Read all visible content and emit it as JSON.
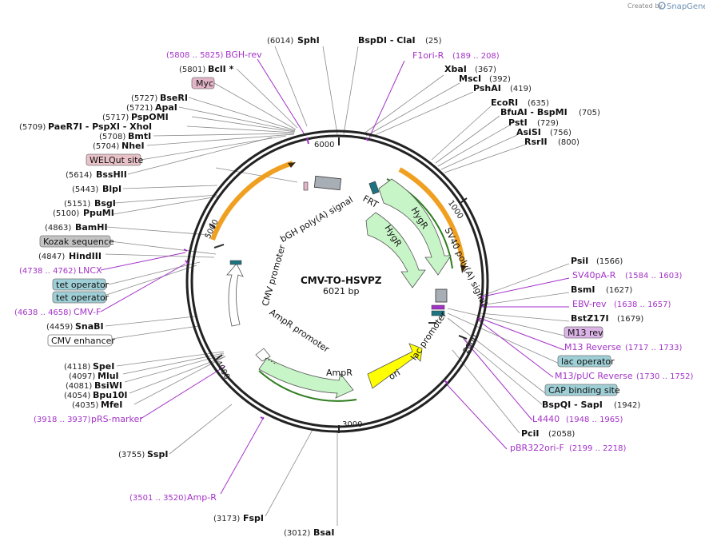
{
  "brand": {
    "created_by": "Created by",
    "app": "SnapGene"
  },
  "plasmid": {
    "name": "CMV-TO-HSVPZ",
    "size_label": "6021 bp"
  },
  "ruler": [
    "1000",
    "2000",
    "3000",
    "4000",
    "5000",
    "6000"
  ],
  "enzymes": [
    {
      "pos": "(6014)",
      "name": "SphI"
    },
    {
      "pos": "(25)",
      "name": "BspDI - ClaI"
    },
    {
      "pos": "(367)",
      "name": "XbaI"
    },
    {
      "pos": "(392)",
      "name": "MscI"
    },
    {
      "pos": "(419)",
      "name": "PshAI"
    },
    {
      "pos": "(635)",
      "name": "EcoRI"
    },
    {
      "pos": "(705)",
      "name": "BfuAI - BspMI"
    },
    {
      "pos": "(729)",
      "name": "PstI"
    },
    {
      "pos": "(756)",
      "name": "AsiSI"
    },
    {
      "pos": "(800)",
      "name": "RsrII"
    },
    {
      "pos": "(1566)",
      "name": "PsiI"
    },
    {
      "pos": "(1627)",
      "name": "BsmI"
    },
    {
      "pos": "(1679)",
      "name": "BstZ17I"
    },
    {
      "pos": "(1942)",
      "name": "BspQI - SapI"
    },
    {
      "pos": "(2058)",
      "name": "PciI"
    },
    {
      "pos": "(3012)",
      "name": "BsaI"
    },
    {
      "pos": "(3173)",
      "name": "FspI"
    },
    {
      "pos": "(3755)",
      "name": "SspI"
    },
    {
      "pos": "(4035)",
      "name": "MfeI"
    },
    {
      "pos": "(4054)",
      "name": "Bpu10I"
    },
    {
      "pos": "(4081)",
      "name": "BsiWI"
    },
    {
      "pos": "(4097)",
      "name": "MluI"
    },
    {
      "pos": "(4118)",
      "name": "SpeI"
    },
    {
      "pos": "(4459)",
      "name": "SnaBI"
    },
    {
      "pos": "(4847)",
      "name": "HindIII"
    },
    {
      "pos": "(4863)",
      "name": "BamHI"
    },
    {
      "pos": "(5100)",
      "name": "PpuMI"
    },
    {
      "pos": "(5151)",
      "name": "BsgI"
    },
    {
      "pos": "(5443)",
      "name": "BlpI"
    },
    {
      "pos": "(5614)",
      "name": "BssHII"
    },
    {
      "pos": "(5704)",
      "name": "NheI"
    },
    {
      "pos": "(5708)",
      "name": "BmtI"
    },
    {
      "pos": "(5709)",
      "name": "PaeR7I - PspXI - XhoI"
    },
    {
      "pos": "(5717)",
      "name": "PspOMI"
    },
    {
      "pos": "(5721)",
      "name": "ApaI"
    },
    {
      "pos": "(5727)",
      "name": "BseRI"
    },
    {
      "pos": "(5801)",
      "name": "BclI *"
    }
  ],
  "primers": [
    {
      "name": "F1ori-R",
      "range": "(189 .. 208)"
    },
    {
      "name": "SV40pA-R",
      "range": "(1584 .. 1603)"
    },
    {
      "name": "EBV-rev",
      "range": "(1638 .. 1657)"
    },
    {
      "name": "M13 Reverse",
      "range": "(1717 .. 1733)"
    },
    {
      "name": "M13/pUC Reverse",
      "range": "(1730 .. 1752)"
    },
    {
      "name": "L4440",
      "range": "(1948 .. 1965)"
    },
    {
      "name": "pBR322ori-F",
      "range": "(2199 .. 2218)"
    },
    {
      "name": "Amp-R",
      "range": "(3501 .. 3520)"
    },
    {
      "name": "pRS-marker",
      "range": "(3918 .. 3937)"
    },
    {
      "name": "CMV-F",
      "range": "(4638 .. 4658)"
    },
    {
      "name": "LNCX",
      "range": "(4738 .. 4762)"
    },
    {
      "name": "BGH-rev",
      "range": "(5808 .. 5825)"
    }
  ],
  "boxed_features": [
    "Myc",
    "WELQut site",
    "Kozak sequence",
    "tet operator",
    "tet operator",
    "CMV enhancer",
    "M13 rev",
    "lac operator",
    "CAP binding site"
  ],
  "inner_features": [
    "bGH poly(A) signal",
    "FRT",
    "HygR",
    "HygR",
    "SV40 poly(A) signal",
    "lac promoter",
    "ori",
    "AmpR",
    "AmpR promoter",
    "CMV promoter"
  ],
  "colors": {
    "primer": "#a332c8",
    "hygr_fill": "#c8f5c8",
    "ori_fill": "#ffff00",
    "orange_arc": "#f0a020",
    "green_arc": "#2e7d1e",
    "myc_box": "#e2b4c6",
    "welqut_box": "#e9c2c8",
    "kozak_box": "#c3c3c3",
    "operator_box": "#9fcfd6",
    "m13rev_box": "#dbb3e6",
    "cmv_box": "#ffffff"
  }
}
